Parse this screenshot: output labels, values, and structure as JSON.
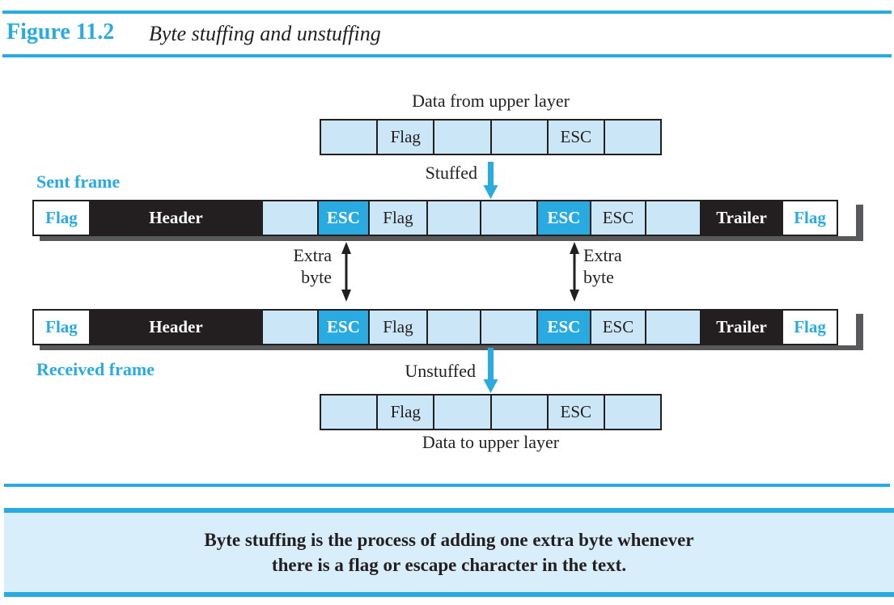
{
  "colors": {
    "accent": "#29abe2",
    "cell_light": "#cbe6f7",
    "cell_dark": "#231f20",
    "note_bg": "#d9eefb",
    "shadow": "#58595b",
    "text": "#231f20"
  },
  "header": {
    "figure_label": "Figure 11.2",
    "caption": "Byte stuffing and unstuffing"
  },
  "diagram": {
    "top_caption": "Data from upper layer",
    "bottom_caption": "Data to upper layer",
    "stuffed_label": "Stuffed",
    "unstuffed_label": "Unstuffed",
    "sent_frame_label": "Sent frame",
    "received_frame_label": "Received frame",
    "extra_byte": {
      "line1": "Extra",
      "line2": "byte"
    },
    "data_row_cells": [
      {
        "label": "",
        "style": "light"
      },
      {
        "label": "Flag",
        "style": "light"
      },
      {
        "label": "",
        "style": "light"
      },
      {
        "label": "",
        "style": "light"
      },
      {
        "label": "ESC",
        "style": "light"
      },
      {
        "label": "",
        "style": "light"
      }
    ],
    "frame_cells": [
      {
        "label": "Flag",
        "style": "flag",
        "w": 7.07
      },
      {
        "label": "Header",
        "style": "dark",
        "w": 21.12
      },
      {
        "label": "",
        "style": "light",
        "w": 6.97
      },
      {
        "label": "ESC",
        "style": "esc",
        "w": 6.39
      },
      {
        "label": "Flag",
        "style": "light",
        "w": 7.27
      },
      {
        "label": "",
        "style": "light",
        "w": 6.68
      },
      {
        "label": "",
        "style": "light",
        "w": 7.07
      },
      {
        "label": "ESC",
        "style": "esc",
        "w": 6.68
      },
      {
        "label": "ESC",
        "style": "light",
        "w": 6.88
      },
      {
        "label": "",
        "style": "light",
        "w": 6.88
      },
      {
        "label": "Trailer",
        "style": "dark",
        "w": 10.12
      },
      {
        "label": "Flag",
        "style": "flag",
        "w": 6.88
      }
    ]
  },
  "note": {
    "line1": "Byte stuffing is the process of adding one extra byte whenever",
    "line2": "there is a flag or escape character in the text."
  }
}
